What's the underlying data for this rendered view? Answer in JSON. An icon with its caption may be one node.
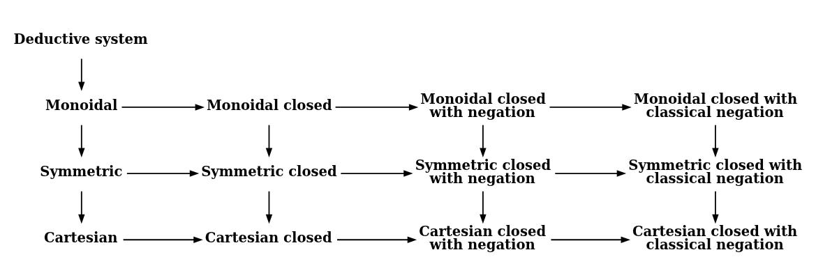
{
  "diagram": {
    "nodes": [
      {
        "text": [
          "Deductive system"
        ]
      },
      {
        "text": [
          "Monoidal"
        ]
      },
      {
        "text": [
          "Monoidal closed"
        ]
      },
      {
        "text": [
          "Monoidal closed with negation"
        ]
      },
      {
        "text": [
          "Monoidal closed with classical negation"
        ]
      },
      {
        "text": [
          "Symmetric"
        ]
      },
      {
        "text": [
          "Symmetric closed"
        ]
      },
      {
        "text": [
          "Symmetric closed with negation"
        ]
      },
      {
        "text": [
          "Symmetric closed with classical negation"
        ]
      },
      {
        "text": [
          "Cartesian"
        ]
      },
      {
        "text": [
          "Cartesian closed"
        ]
      },
      {
        "text": [
          "Cartesian closed with negation"
        ]
      },
      {
        "text": [
          "Cartesian closed with classical negation"
        ]
      }
    ],
    "edges": [
      {
        "from": 0,
        "to": 1,
        "arrow": "to"
      },
      {
        "from": 1,
        "to": 2,
        "arrow": "to"
      },
      {
        "from": 2,
        "to": 3,
        "arrow": "to"
      },
      {
        "from": 3,
        "to": 4,
        "arrow": "to"
      },
      {
        "from": 1,
        "to": 5,
        "arrow": "to"
      },
      {
        "from": 2,
        "to": 6,
        "arrow": "to"
      },
      {
        "from": 3,
        "to": 7,
        "arrow": "to"
      },
      {
        "from": 4,
        "to": 8,
        "arrow": "to"
      },
      {
        "from": 5,
        "to": 6,
        "arrow": "to"
      },
      {
        "from": 6,
        "to": 7,
        "arrow": "to"
      },
      {
        "from": 7,
        "to": 8,
        "arrow": "to"
      },
      {
        "from": 5,
        "to": 9,
        "arrow": "to"
      },
      {
        "from": 6,
        "to": 10,
        "arrow": "to"
      },
      {
        "from": 7,
        "to": 11,
        "arrow": "to"
      },
      {
        "from": 8,
        "to": 12,
        "arrow": "to"
      },
      {
        "from": 9,
        "to": 10,
        "arrow": "to"
      },
      {
        "from": 10,
        "to": 11,
        "arrow": "to"
      },
      {
        "from": 11,
        "to": 12,
        "arrow": "to"
      }
    ]
  }
}
